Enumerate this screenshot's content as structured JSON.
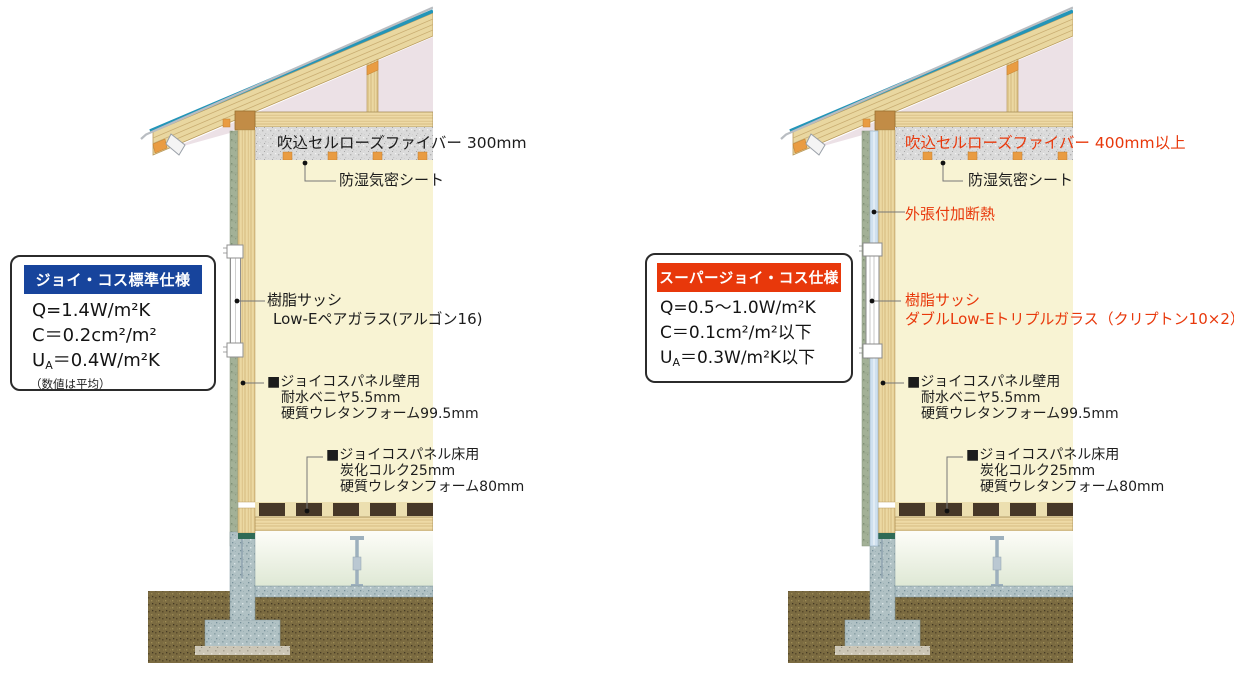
{
  "page": {
    "background": "#ffffff"
  },
  "colors": {
    "accent_blue": "#17449c",
    "accent_red": "#e8380b",
    "red_label_text": "#e8380b",
    "wall_interior_yellow": "#f8f3d3",
    "insulation_gray": "#dbdbdb",
    "roof_line_blue": "#2395b8",
    "exterior_foam_blue": "#cfe0ee"
  },
  "boxes": {
    "left": {
      "title": "ジョイ・コス標準仕様",
      "title_bg": "#17449c",
      "lines": {
        "q": "Q=1.4W/m²K",
        "c": "C＝0.2cm²/m²",
        "u_base": "U",
        "u_sub": "A",
        "u_rest": "＝0.4W/m²K"
      },
      "note": "（数値は平均）"
    },
    "right": {
      "title": "スーパージョイ・コス仕様",
      "title_bg": "#e8380b",
      "lines": {
        "q": "Q=0.5〜1.0W/m²K",
        "c": "C＝0.1cm²/m²以下",
        "u_base": "U",
        "u_sub": "A",
        "u_rest": "＝0.3W/m²K以下"
      }
    }
  },
  "diagrams": {
    "left": {
      "labels": {
        "roof_insulation": "吹込セルローズファイバー 300mm",
        "vapor_barrier": "防湿気密シート",
        "sash_title": "樹脂サッシ",
        "sash_detail": "Low-Eペアガラス(アルゴン16)",
        "wall_panel_title": "■ジョイコスパネル壁用",
        "wall_panel_l1": "耐水ベニヤ5.5mm",
        "wall_panel_l2": "硬質ウレタンフォーム99.5mm",
        "floor_panel_title": "■ジョイコスパネル床用",
        "floor_panel_l1": "炭化コルク25mm",
        "floor_panel_l2": "硬質ウレタンフォーム80mm"
      }
    },
    "right": {
      "labels": {
        "roof_insulation": "吹込セルローズファイバー 400mm以上",
        "vapor_barrier": "防湿気密シート",
        "exterior_insulation": "外張付加断熱",
        "sash_title": "樹脂サッシ",
        "sash_detail": "ダブルLow-Eトリプルガラス（クリプトン10×2）",
        "wall_panel_title": "■ジョイコスパネル壁用",
        "wall_panel_l1": "耐水ベニヤ5.5mm",
        "wall_panel_l2": "硬質ウレタンフォーム99.5mm",
        "floor_panel_title": "■ジョイコスパネル床用",
        "floor_panel_l1": "炭化コルク25mm",
        "floor_panel_l2": "硬質ウレタンフォーム80mm"
      }
    }
  }
}
